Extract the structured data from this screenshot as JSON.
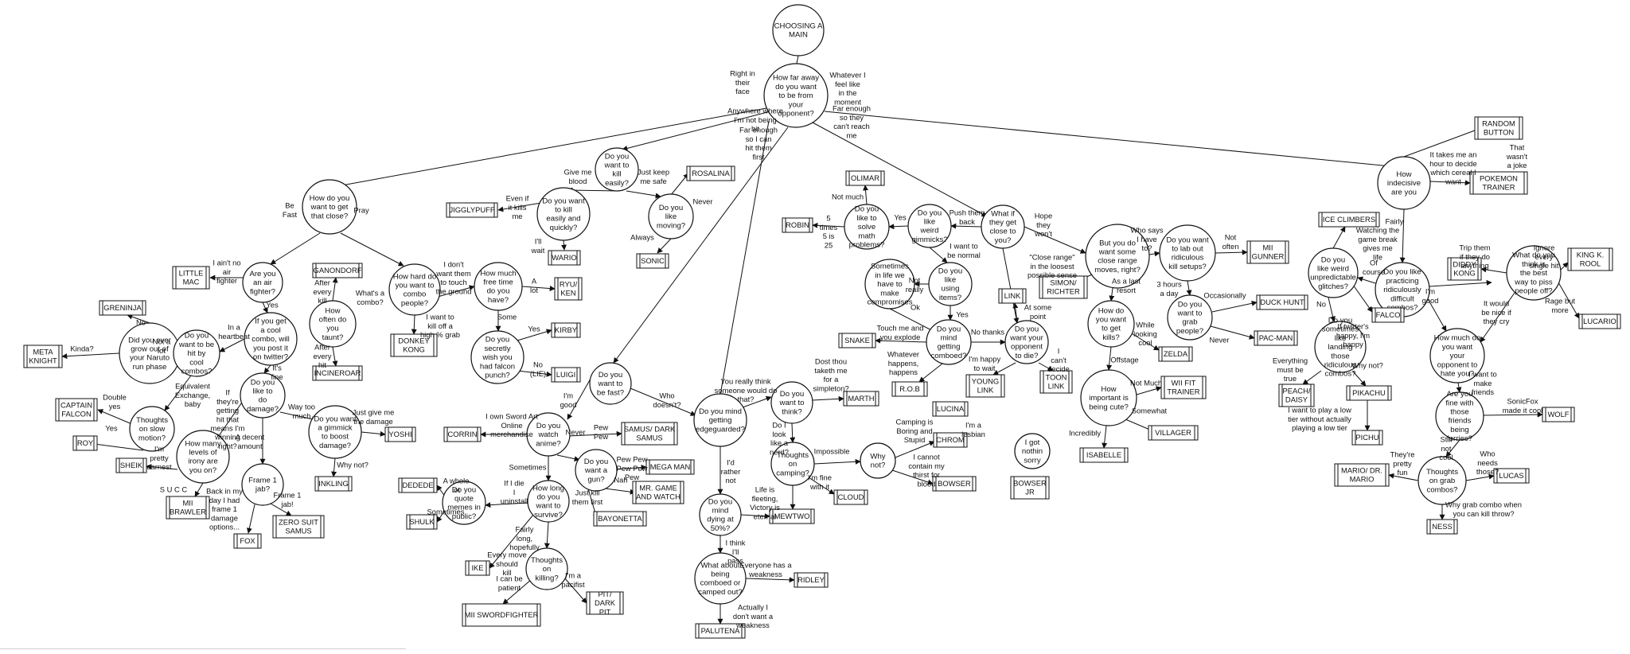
{
  "title": "CHOOSING A MAIN",
  "questions": {
    "far": "How far away do you want to be from your opponent?",
    "close": "How do you want to get that close?",
    "killeasy": "Do you want to kill easily?",
    "edgeguard": "Do you mind getting edgeguarded?",
    "indecisive": "How indecisive are you",
    "airfighter": "Are you an air fighter?",
    "combo": "If you get a cool combo, will you post it on twitter?",
    "taunt": "How often do you taunt?",
    "hardcombo": "How hard do you want to combo people?",
    "naruto": "Did you ever grow out of your Naruto run phase",
    "hitcool": "Do you want to be hit by cool combos?",
    "damage": "Do you like to do damage?",
    "gimmick": "Do you want a gimmick to boost damage?",
    "slowmo": "Thoughts on slow motion?",
    "irony": "How many levels of irony are you on?",
    "frame1": "Frame 1 jab?",
    "freetime": "How much free time do you have?",
    "falconpunch": "Do you secretly wish you had falcon punch?",
    "quickly": "Do you want to kill easily and quickly?",
    "moving": "Do you like moving?",
    "fast": "Do you want to be fast?",
    "anime": "Do you watch anime?",
    "gun": "Do you want a gun?",
    "survive": "How long do you want to survive?",
    "memes": "Do you quote memes in public?",
    "killing": "Thoughts on killing?",
    "think": "Do you want to think?",
    "camping": "Thoughts on camping?",
    "whynot": "Why not?",
    "dying50": "Do you mind dying at 50%?",
    "comboed": "What about being comboed or camped out?",
    "gimmicks": "Do you like weird gimmicks?",
    "math": "Do you like to solve math problems?",
    "items": "Do you like using items?",
    "compromises": "Sometimes in life we have to make compromises",
    "mindcomboed": "Do you mind getting comboed?",
    "touchthem": "What if they get close to you?",
    "dieopp": "Do you want your opponent to die?",
    "gotnothin": "I got nothin sorry",
    "closerange": "But you do want some close range moves, right?",
    "getkills": "How do you want to get kills?",
    "cute": "How important is being cute?",
    "killsetups": "Do you want to lab out ridiculous kill setups?",
    "grab": "Do you want to grab people?",
    "practicing": "Do you like practicing ridiculously difficult combos?",
    "glitches": "Do you like weird unpredictable glitches?",
    "landing": "Do you sometimes like landing those ridiculous combos?",
    "piss": "What do you think is the best way to piss people off?",
    "hateyou": "How much do you want your opponent to hate you?",
    "furries": "Are you fine with those friends being furries?",
    "grabcombo": "Thoughts on grab combos?"
  },
  "characters": {
    "jigglypuff": "JIGGLYPUFF",
    "wario": "WARIO",
    "rosalina": "ROSALINA",
    "sonic": "SONIC",
    "little_mac": "LITTLE MAC",
    "ganondorf": "GANONDORF",
    "incineroar": "INCINEROAR",
    "greninja": "GRENINJA",
    "meta_knight": "META KNIGHT",
    "captain_falcon": "CAPTAIN FALCON",
    "roy": "ROY",
    "sheik": "SHEIK",
    "mii_brawler": "MII BRAWLER",
    "fox": "FOX",
    "zero_suit_samus": "ZERO SUIT SAMUS",
    "inkling": "INKLING",
    "yoshi": "YOSHI",
    "donkey_kong": "DONKEY KONG",
    "ryu_ken": "RYU/ KEN",
    "kirby": "KIRBY",
    "luigi": "LUIGI",
    "corrin": "CORRIN",
    "samus": "SAMUS/ DARK SAMUS",
    "mega_man": "MEGA MAN",
    "mr_game_watch": "MR. GAME AND WATCH",
    "bayonetta": "BAYONETTA",
    "dedede": "DEDEDE",
    "shulk": "SHULK",
    "ike": "IKE",
    "mii_swordfighter": "MII SWORDFIGHTER",
    "pit": "PIT/ DARK PIT",
    "marth": "MARTH",
    "cloud": "CLOUD",
    "mewtwo": "MEWTWO",
    "ridley": "RIDLEY",
    "palutena": "PALUTENA",
    "olimar": "OLIMAR",
    "robin": "ROBIN",
    "snake": "SNAKE",
    "rob": "R.O.B",
    "lucina": "LUCINA",
    "chrom": "CHROM",
    "bowser": "BOWSER",
    "link": "LINK",
    "young_link": "YOUNG LINK",
    "toon_link": "TOON LINK",
    "bowser_jr": "BOWSER JR",
    "simon": "SIMON/ RICHTER",
    "zelda": "ZELDA",
    "wii_fit": "WII FIT TRAINER",
    "villager": "VILLAGER",
    "isabelle": "ISABELLE",
    "mii_gunner": "MII GUNNER",
    "duck_hunt": "DUCK HUNT",
    "pac_man": "PAC-MAN",
    "random": "RANDOM BUTTON",
    "pokemon_trainer": "POKEMON TRAINER",
    "ice_climbers": "ICE CLIMBERS",
    "falco": "FALCO",
    "peach": "PEACH/ DAISY",
    "pikachu": "PIKACHU",
    "pichu": "PICHU",
    "diddy": "DIDDY KONG",
    "king_k_rool": "KING K. ROOL",
    "lucario": "LUCARIO",
    "wolf": "WOLF",
    "mario": "MARIO/ DR. MARIO",
    "lucas": "LUCAS",
    "ness": "NESS"
  },
  "edges": {
    "right_in_face": "Right in their face",
    "whatever_feel": "Whatever I feel like in the moment",
    "anywhere": "Anywhere where I'm not being hit",
    "far_enough_hit": "Far enough so I can hit them first",
    "far_enough_reach": "Far enough so they can't reach me",
    "be_fast": "Be Fast",
    "pray": "Pray",
    "aint_no_air": "I ain't no air fighter",
    "yes_air": "Yes",
    "heartbeat": "In a heartbeat",
    "its_fine": "It's fine",
    "no_naruto": "No",
    "kinda": "Kinda?",
    "not_a_lot": "Not a lot",
    "equiv": "Equivalent Exchange, baby",
    "getting_hit": "If they're getting hit that means I'm winning right?",
    "double_yes": "Double yes",
    "yes_slowmo": "Yes",
    "pretty_earnest": "I'm pretty earnest",
    "succ": "S U C C",
    "decent_amount": "A decent amount",
    "way_too_much": "Way too much",
    "back_in_my_day": "Back in my day I had frame 1 damage options...",
    "frame1_jab": "Frame 1 jab!",
    "just_give_me": "Just give me the damage",
    "why_not_ink": "Why not?",
    "after_every_kill": "After every kill",
    "after_every_hit": "After every hit",
    "whats_combo": "What's a combo?",
    "dont_want_touch": "I don't want them to touch the ground",
    "kill_off_grab": "I want to kill off a high % grab",
    "a_lot": "A lot",
    "some": "Some",
    "yes_kirby": "Yes",
    "no_lie": "No (LIE)",
    "give_me_blood": "Give me blood",
    "just_keep_safe": "Just keep me safe",
    "even_if_kills": "Even if it kills me",
    "ill_wait": "I'll wait",
    "never_moving": "Never",
    "always_moving": "Always",
    "im_good": "I'm good",
    "who_doesnt": "Who doesn't?",
    "sword_art": "I own Sword Art Online merchandise",
    "never_anime": "Never",
    "sometimes_anime": "Sometimes",
    "pew_pew": "Pew Pew",
    "pew_pew_pew": "Pew Pew Pew Pew Pew",
    "nah": "Nah",
    "just_kill_first": "Just kill them first",
    "whole_lot": "A whole lot",
    "sometimes_memes": "Sometimes",
    "if_i_die": "If I die I uninstall",
    "fairly_long": "Fairly long, hopefully",
    "every_move_kill": "Every move should kill",
    "can_be_patient": "I can be patient",
    "im_pacifist": "I'm a pacifist",
    "really_think": "You really think someone would do that?",
    "rather_not": "I'd rather not",
    "dost_thou": "Dost thou taketh me for a simpleton?",
    "look_like_nerd": "Do I look like a nerd?",
    "impossible": "Impossible",
    "fine_with_it": "I'm fine with it",
    "camping_boring": "Camping is Boring and Stupid",
    "lesbian": "I'm a lesbian",
    "cannot_contain": "I cannot contain my thirst for blood",
    "life_fleeting": "Life is fleeting, Victory is eternal",
    "think_pass": "I think I'll pass",
    "everyone_weakness": "Everyone has a weakness",
    "dont_want_weakness": "Actually I don't want a weakness",
    "not_much": "Not much",
    "five_times": "5 times 5 is 25",
    "yes_gimmicks": "Yes",
    "push_them_back": "Push them back",
    "want_normal": "I want to be normal",
    "not_really": "Not really",
    "ok": "Ok",
    "yes_items": "Yes",
    "touch_explode": "Touch me and you explode",
    "whatever_happens": "Whatever happens, happens",
    "no_thanks": "No thanks",
    "hope_they_wont": "Hope they won't",
    "at_some_point": "At some point",
    "happy_wait": "I'm happy to wait",
    "cant_decide": "I can't decide",
    "close_range_loosest": "\"Close range\" in the loosest possible sense",
    "last_resort": "As a last resort",
    "while_looking_cool": "While looking cool",
    "offstage": "Offstage",
    "not_much_cute": "Not Much",
    "somewhat": "Somewhat",
    "incredibly": "Incredibly",
    "who_says": "Who says I have to?",
    "not_often": "Not often",
    "three_hours": "3 hours a day",
    "occasionally": "Occasionally",
    "never_grab": "Never",
    "takes_me_hour": "It takes me an hour to decide which cereal I want",
    "that_wasnt_joke": "That wasn't a joke",
    "fairly": "Fairly",
    "watching_break": "Watching the game break gives me life",
    "of_course": "Of course",
    "no_glitches": "No",
    "twitter_happy": "If twitter's happy, I'm happy",
    "everything_true": "Everything must be true",
    "why_not_pika": "Why not?",
    "play_low_tier": "I want to play a low tier without actually playing a low tier",
    "im_good_piss": "I'm good",
    "trip_them": "Trip them if they do anything",
    "ignore_every": "Ignore every single hit",
    "rage_more": "Rage but more",
    "nice_cry": "It would be nice if they cry",
    "make_friends": "I want to make friends",
    "sonicfox": "SonicFox made it cool",
    "still_not_cool": "Still not cool",
    "theyre_fun": "They're pretty fun",
    "who_needs": "Who needs those?",
    "why_grab_combo": "Why grab combo when you can kill throw?"
  }
}
